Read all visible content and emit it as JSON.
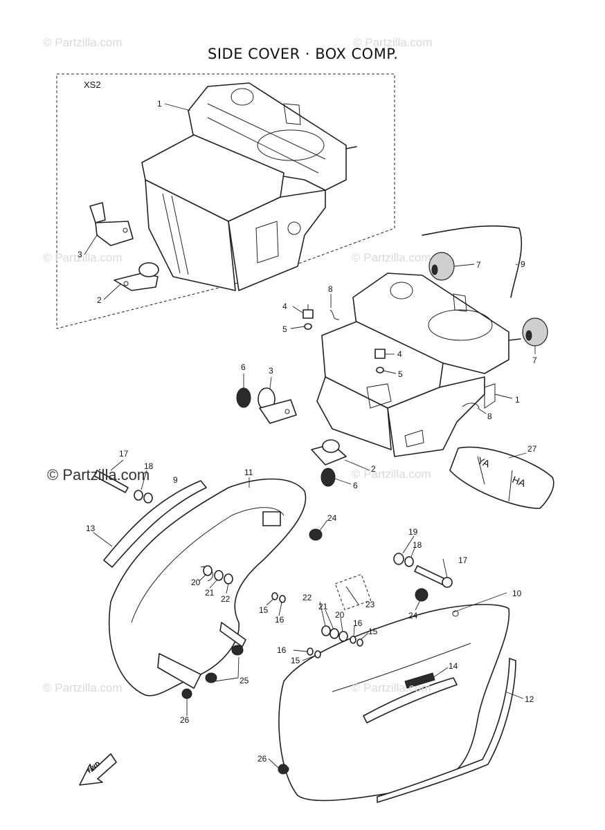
{
  "title": "SIDE COVER · BOX COMP.",
  "variant_label": "XS2",
  "watermarks": {
    "light": "© Partzilla.com",
    "strong": "© Partzilla.com"
  },
  "direction_arrow": "FWD",
  "emblem_text": {
    "left": "YA",
    "right": "HA"
  },
  "callouts": {
    "c1_top": "1",
    "c3_top": "3",
    "c2_top": "2",
    "c9": "9",
    "c7a": "7",
    "c7b": "7",
    "c8a": "8",
    "c8b": "8",
    "c4a": "4",
    "c5a": "5",
    "c4b": "4",
    "c5b": "5",
    "c6a": "6",
    "c3": "3",
    "c1": "1",
    "c2": "2",
    "c6b": "6",
    "c27": "27",
    "c17a": "17",
    "c18a": "18",
    "c19a": "9",
    "c11": "11",
    "c13": "13",
    "c24a": "24",
    "c20a": "20",
    "c21a": "21",
    "c22a": "22",
    "c15a": "15",
    "c16a": "16",
    "c25": "25",
    "c26a": "26",
    "c19b": "19",
    "c18b": "18",
    "c17b": "17",
    "c10": "10",
    "c24b": "24",
    "c23": "23",
    "c22b": "22",
    "c21b": "21",
    "c20b": "20",
    "c16b": "16",
    "c15b": "15",
    "c16c": "16",
    "c15c": "15",
    "c14": "14",
    "c12": "12",
    "c26b": "26"
  }
}
